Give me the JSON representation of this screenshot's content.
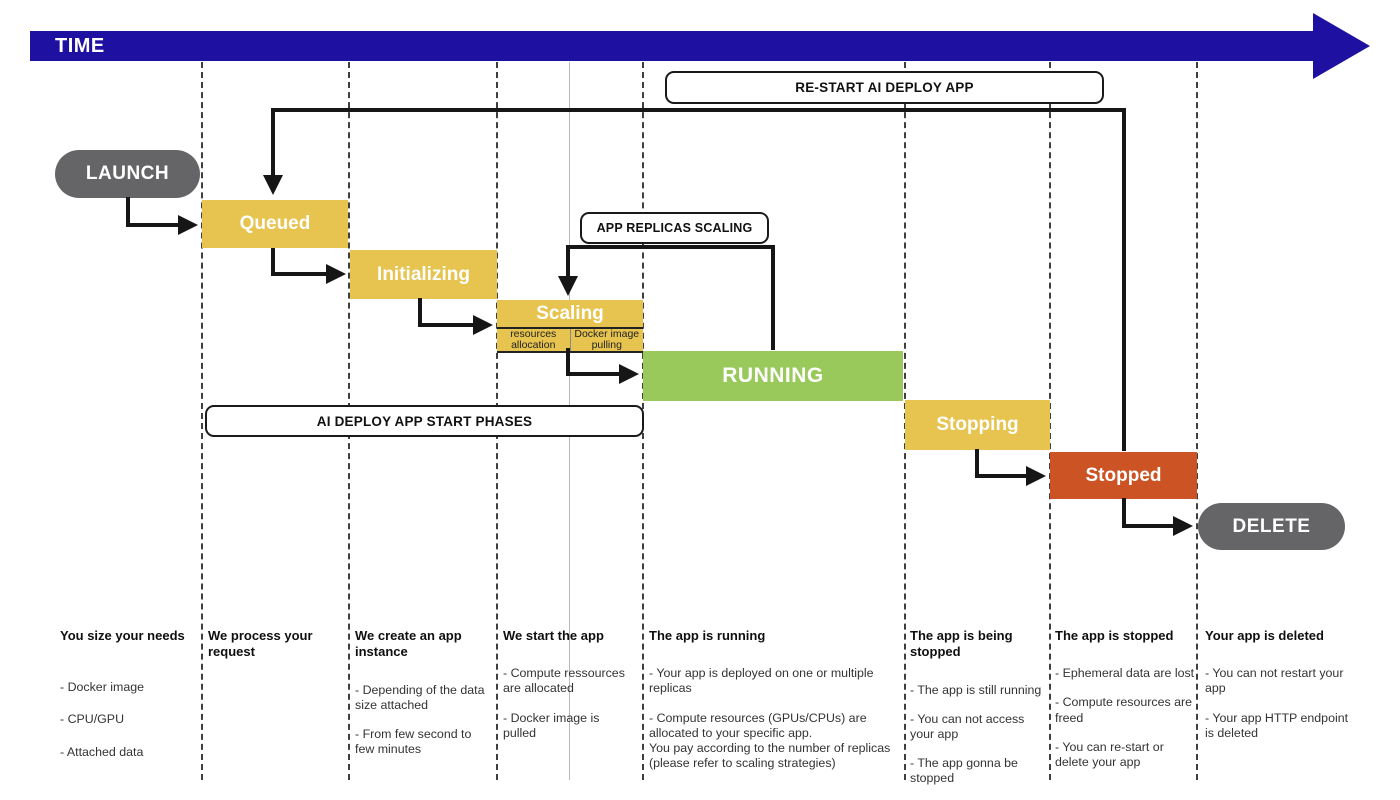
{
  "timeline": {
    "label": "TIME"
  },
  "colors": {
    "timeline_blue": "#1e10a0",
    "phase_yellow": "#e6c44f",
    "running_green": "#99c95a",
    "stopped_orange": "#cc5323",
    "pill_gray": "#656567",
    "arrow_black": "#161616"
  },
  "nodes": {
    "launch": "LAUNCH",
    "queued": "Queued",
    "initializing": "Initializing",
    "scaling": "Scaling",
    "scaling_sub_left": "resources allocation",
    "scaling_sub_right": "Docker image pulling",
    "running": "RUNNING",
    "stopping": "Stopping",
    "stopped": "Stopped",
    "delete": "DELETE"
  },
  "annotations": {
    "restart": "RE-START AI DEPLOY APP",
    "replicas_scaling": "APP REPLICAS SCALING",
    "start_phases": "AI DEPLOY APP START PHASES"
  },
  "columns": [
    {
      "title": "You size your needs",
      "items": [
        "- Docker image",
        "- CPU/GPU",
        "- Attached data"
      ]
    },
    {
      "title": "We process your request",
      "items": []
    },
    {
      "title": "We create an app instance",
      "items": [
        "- Depending of the data size attached",
        "- From few second to few minutes"
      ]
    },
    {
      "title": "We start the app",
      "items": [
        "- Compute ressources are allocated",
        "- Docker image is pulled"
      ]
    },
    {
      "title": "The app is running",
      "items": [
        "- Your app is deployed on one or multiple replicas",
        "- Compute resources (GPUs/CPUs) are allocated to your specific app.\nYou pay according to the number of replicas\n(please refer to scaling strategies)"
      ]
    },
    {
      "title": "The app is being stopped",
      "items": [
        "- The app is still running",
        "- You can not access your app",
        "- The app gonna be stopped"
      ]
    },
    {
      "title": "The app is stopped",
      "items": [
        "- Ephemeral data are lost",
        "- Compute resources are freed",
        "- You can re-start or delete your app"
      ]
    },
    {
      "title": "Your app is deleted",
      "items": [
        "- You can not restart your app",
        "- Your app HTTP endpoint is deleted"
      ]
    }
  ]
}
